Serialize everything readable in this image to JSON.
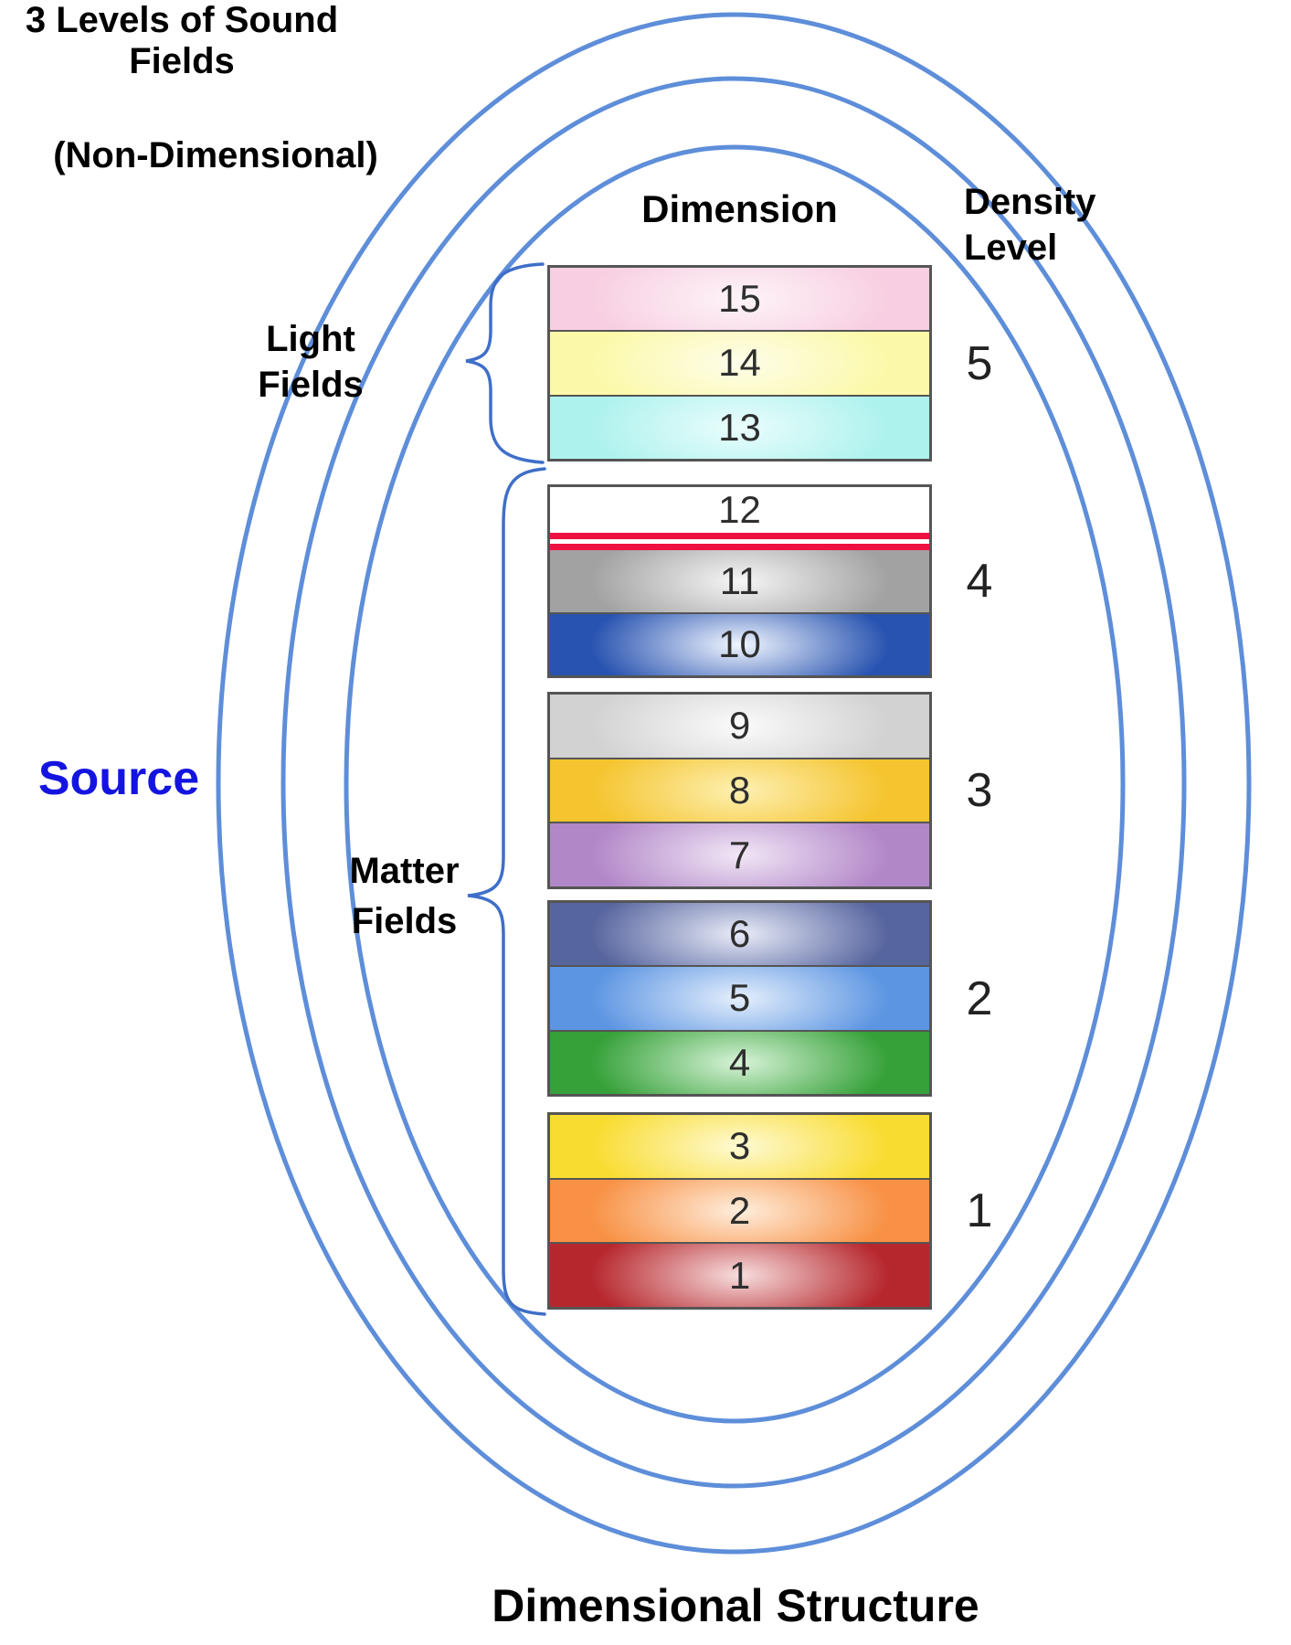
{
  "header": {
    "top_title_line1": "3 Levels of Sound Fields",
    "top_title_line2": "(Non-Dimensional)",
    "dimension_header": "Dimension",
    "density_header_line1": "Density",
    "density_header_line2": "Level",
    "bottom_title": "Dimensional Structure"
  },
  "labels": {
    "source": "Source",
    "light_fields_line1": "Light",
    "light_fields_line2": "Fields",
    "matter_fields_line1": "Matter",
    "matter_fields_line2": "Fields"
  },
  "colors": {
    "ellipse_stroke": "#5e8ed9",
    "brace_stroke": "#3f6fc8",
    "source_text": "#1414e0",
    "divider_red": "#ee1040",
    "bar_border": "#555555",
    "title_text": "#000000",
    "number_text": "#2e2e2e"
  },
  "density_groups": [
    {
      "level": "5",
      "field_type": "Light Fields",
      "bars": [
        {
          "dimension": "15",
          "base": "#f8cfe2",
          "center": "#fdf4f8"
        },
        {
          "dimension": "14",
          "base": "#fbf9a8",
          "center": "#fefdea"
        },
        {
          "dimension": "13",
          "base": "#aef2ee",
          "center": "#eafdfc"
        }
      ]
    },
    {
      "level": "4",
      "field_type": "Matter Fields",
      "red_divider_after_first": true,
      "bars": [
        {
          "dimension": "12",
          "base": "#ffffff",
          "center": "#ffffff"
        },
        {
          "dimension": "11",
          "base": "#a2a2a2",
          "center": "#f6f6f6"
        },
        {
          "dimension": "10",
          "base": "#2853b0",
          "center": "#f2f7ff"
        }
      ]
    },
    {
      "level": "3",
      "field_type": "Matter Fields",
      "bars": [
        {
          "dimension": "9",
          "base": "#d2d2d2",
          "center": "#fbfbfb"
        },
        {
          "dimension": "8",
          "base": "#f5c42e",
          "center": "#fdf0b2"
        },
        {
          "dimension": "7",
          "base": "#b287c8",
          "center": "#f1e7f6"
        }
      ]
    },
    {
      "level": "2",
      "field_type": "Matter Fields",
      "bars": [
        {
          "dimension": "6",
          "base": "#57659f",
          "center": "#e9ecf8"
        },
        {
          "dimension": "5",
          "base": "#5c95e2",
          "center": "#e5effc"
        },
        {
          "dimension": "4",
          "base": "#36a139",
          "center": "#d8f3d8"
        }
      ]
    },
    {
      "level": "1",
      "field_type": "Matter Fields",
      "bars": [
        {
          "dimension": "3",
          "base": "#f9dc30",
          "center": "#fefad4"
        },
        {
          "dimension": "2",
          "base": "#f89145",
          "center": "#feeedd"
        },
        {
          "dimension": "1",
          "base": "#b6272d",
          "center": "#f7dede"
        }
      ]
    }
  ]
}
